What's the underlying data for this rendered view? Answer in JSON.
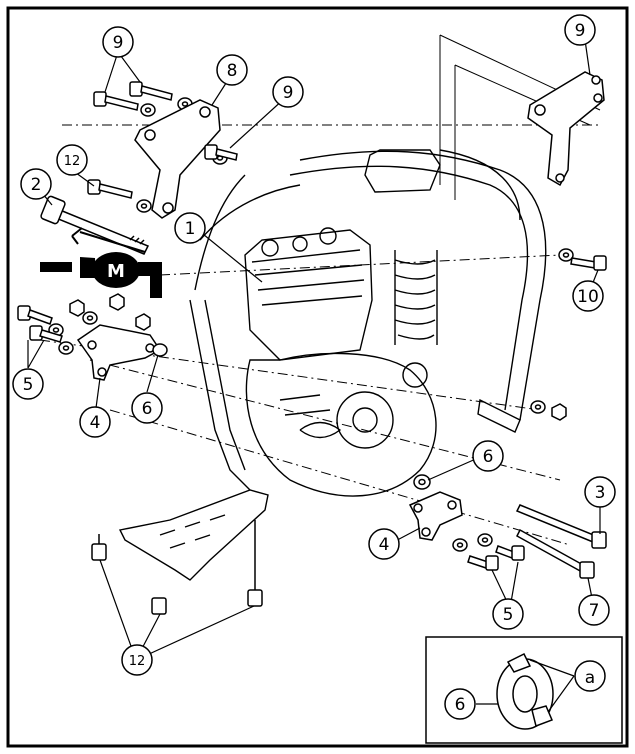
{
  "diagram": {
    "border_color": "#000000",
    "background": "#ffffff",
    "callouts": [
      {
        "id": "c1",
        "label": "1"
      },
      {
        "id": "c2",
        "label": "2"
      },
      {
        "id": "c3",
        "label": "3"
      },
      {
        "id": "c4a",
        "label": "4"
      },
      {
        "id": "c4b",
        "label": "4"
      },
      {
        "id": "c5a",
        "label": "5"
      },
      {
        "id": "c5b",
        "label": "5"
      },
      {
        "id": "c6a",
        "label": "6"
      },
      {
        "id": "c6b",
        "label": "6"
      },
      {
        "id": "c6c",
        "label": "6"
      },
      {
        "id": "c7",
        "label": "7"
      },
      {
        "id": "c8a",
        "label": "8"
      },
      {
        "id": "c8b",
        "label": "8"
      },
      {
        "id": "c9a",
        "label": "9"
      },
      {
        "id": "c9b",
        "label": "9"
      },
      {
        "id": "c9c",
        "label": "9"
      },
      {
        "id": "c10",
        "label": "10"
      },
      {
        "id": "c12",
        "label": "12"
      }
    ],
    "grease_symbol": {
      "letter": "M",
      "icon": "molybdenum-grease-icon"
    },
    "detail_inset": {
      "marker": "a",
      "part": "6"
    }
  }
}
